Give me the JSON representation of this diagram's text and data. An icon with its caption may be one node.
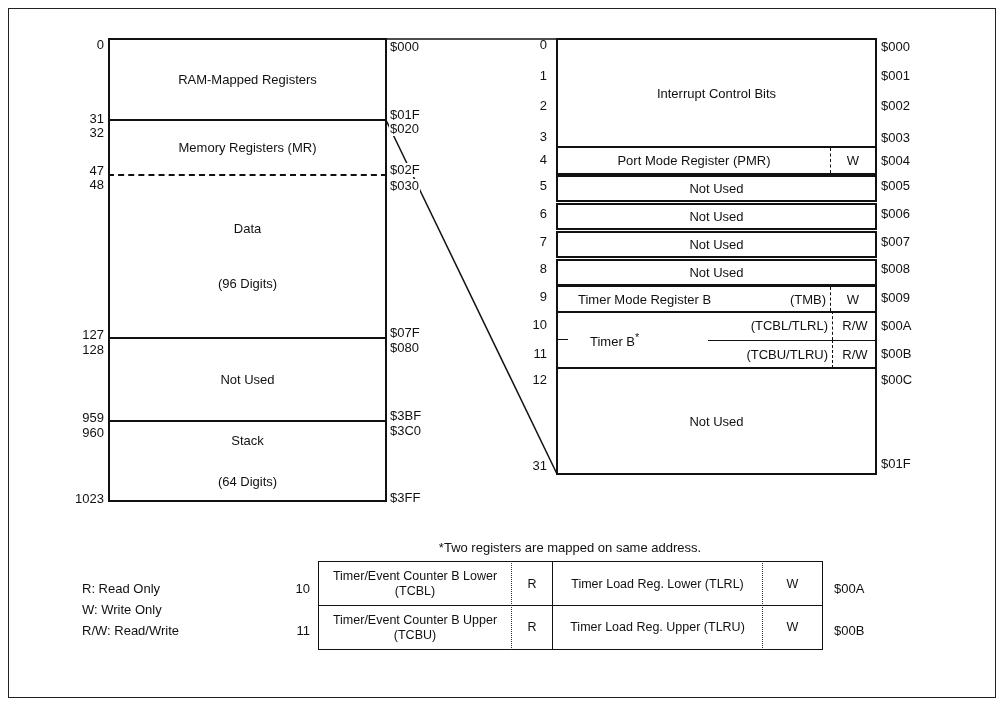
{
  "diagram": {
    "nodes": [
      {
        "text": [
          "RAM-Mapped Registers"
        ]
      },
      {
        "text": [
          "Memory Registers (MR)"
        ]
      },
      {
        "text": [
          "Data",
          "(96 Digits)"
        ]
      },
      {
        "text": [
          "Not Used"
        ]
      },
      {
        "text": [
          "Stack",
          "(64 Digits)"
        ]
      },
      {
        "text": [
          "Interrupt Control Bits"
        ]
      },
      {
        "text": [
          "Port Mode Register (PMR)",
          "W"
        ]
      },
      {
        "text": [
          "Not Used"
        ]
      },
      {
        "text": [
          "Not Used"
        ]
      },
      {
        "text": [
          "Not Used"
        ]
      },
      {
        "text": [
          "Not Used"
        ]
      },
      {
        "text": [
          "Timer Mode Register B",
          "(TMB)",
          "W"
        ]
      },
      {
        "text": [
          "Timer B$^{*}$"
        ]
      },
      {
        "text": [
          "(TCBL/TLRL)",
          "R/W"
        ],
        "in": 12
      },
      {
        "text": [
          "(TCBU/TLRU)",
          "R/W"
        ],
        "in": 12
      },
      {
        "text": [
          "Not Used"
        ]
      }
    ],
    "edges": [
      {
        "from": 0,
        "to": 5,
        "arrow": "none"
      },
      {
        "from": 0,
        "to": 15,
        "arrow": "none"
      }
    ],
    "labels": [
      "0",
      "$000",
      "31",
      "$01F",
      "32",
      "$020",
      "47",
      "$02F",
      "48",
      "$030",
      "127",
      "$07F",
      "128",
      "$080",
      "959",
      "$3BF",
      "960",
      "$3C0",
      "1023",
      "$3FF",
      "0",
      "$000",
      "1",
      "$001",
      "2",
      "$002",
      "3",
      "$003",
      "4",
      "$004",
      "5",
      "$005",
      "6",
      "$006",
      "7",
      "$007",
      "8",
      "$008",
      "9",
      "$009",
      "10",
      "$00A",
      "11",
      "$00B",
      "12",
      "$00C",
      "31",
      "$01F",
      "*Two registers are mapped on same address.",
      "R: Read Only",
      "10",
      "Timer/Event Counter B Lower (TCBL)",
      "R",
      "Timer Load Reg. Lower (TLRL)",
      "W",
      "$00A",
      "W: Write Only",
      "R/W: Read/Write",
      "11",
      "Timer/Event Counter B Upper (TCBU)",
      "R",
      "Timer Load Reg. Upper (TLRU)",
      "W",
      "$00B"
    ]
  }
}
